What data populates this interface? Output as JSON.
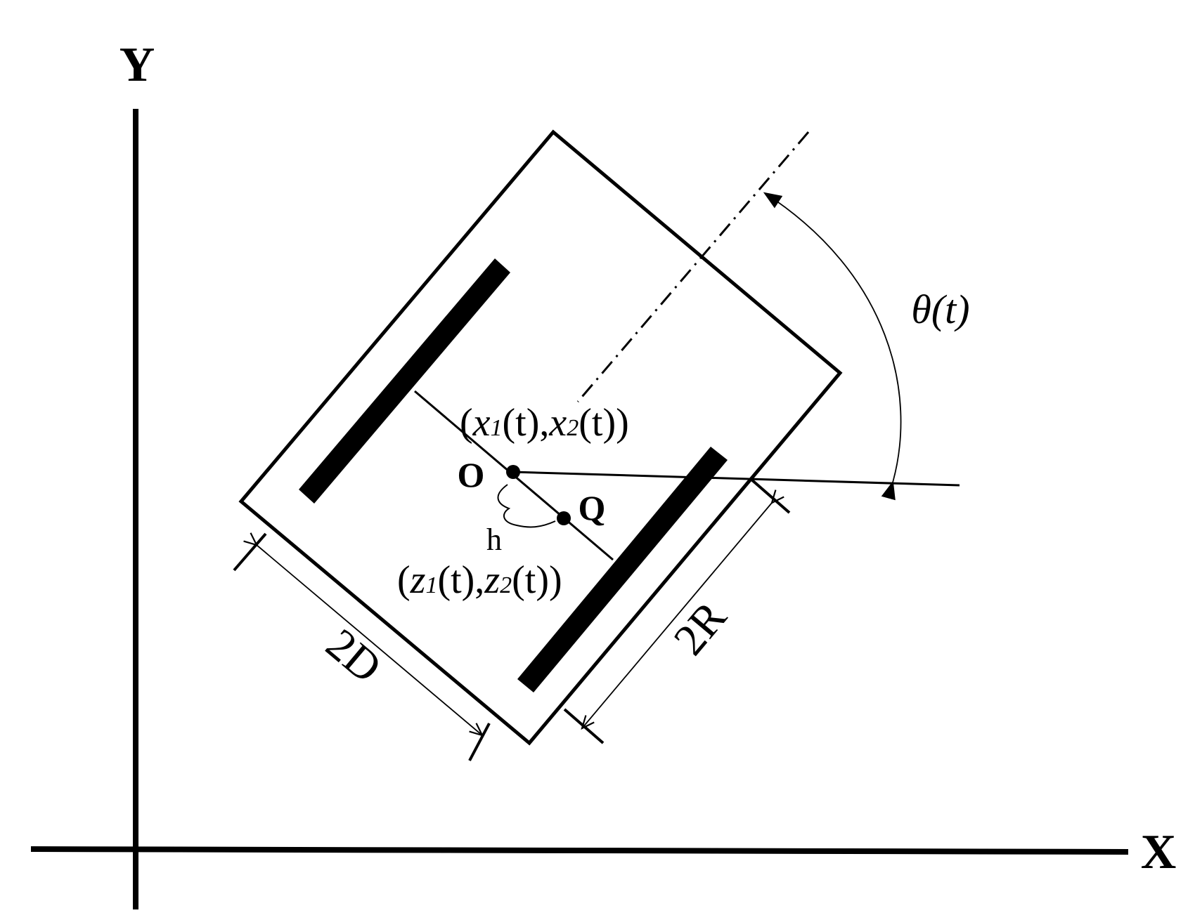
{
  "colors": {
    "ink": "#000000",
    "background": "#ffffff"
  },
  "axes": {
    "x_label": "X",
    "y_label": "Y"
  },
  "labels": {
    "theta": "θ(t)",
    "point_o": "O",
    "point_q": "Q",
    "h": "h",
    "dim_2d": "2D",
    "dim_2r": "2R"
  },
  "coords_o": {
    "open": "(",
    "x1": "x",
    "sub1": "1",
    "t1": "(t),",
    "x2": "x",
    "sub2": "2",
    "t2": "(t))"
  },
  "coords_q": {
    "open": "(",
    "z1": "z",
    "sub1": "1",
    "t1": "(t),",
    "z2": "z",
    "sub2": "2",
    "t2": "(t))"
  }
}
